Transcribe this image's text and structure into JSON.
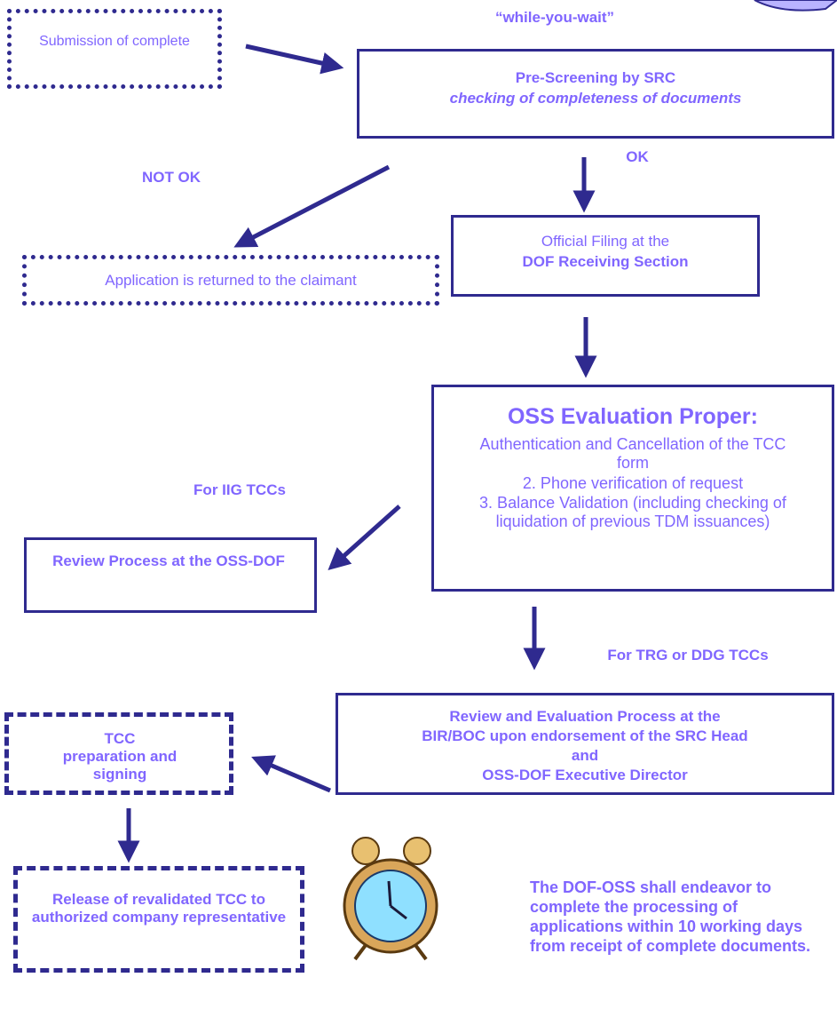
{
  "colors": {
    "text": "#8066ff",
    "border": "#2f2a8f",
    "arrow": "#2f2a8f"
  },
  "top_label": "“while-you-wait”",
  "submission_box": {
    "text": "Submission of complete"
  },
  "prescreening_box": {
    "title": "Pre-Screening by SRC",
    "subtitle": "checking of completeness of documents"
  },
  "label_not_ok": "NOT OK",
  "label_ok": "OK",
  "returned_box": {
    "text": "Application is returned to the claimant"
  },
  "filing_box": {
    "line1": "Official Filing at the",
    "line2": "DOF Receiving Section"
  },
  "evaluation_box": {
    "title": "OSS Evaluation Proper:",
    "items": [
      "Authentication and Cancellation of the TCC form",
      "2. Phone verification of request",
      "3. Balance Validation (including checking of liquidation of previous TDM issuances)"
    ]
  },
  "label_iig": "For IIG TCCs",
  "review_oss_box": {
    "text": "Review Process at the OSS-DOF"
  },
  "label_trg": "For TRG or DDG TCCs",
  "review_bir_box": {
    "line1": "Review and Evaluation Process at the",
    "line2": "BIR/BOC upon endorsement of the SRC Head",
    "line3": "and",
    "line4": "OSS-DOF Executive Director"
  },
  "tcc_prep_box": {
    "text": "TCC preparation and  signing"
  },
  "release_box": {
    "text": "Release of revalidated TCC to authorized company representative"
  },
  "note_text": "The DOF-OSS shall endeavor to complete the processing of applications within 10 working days from receipt of complete documents.",
  "clock_icon": "alarm-clock-icon"
}
